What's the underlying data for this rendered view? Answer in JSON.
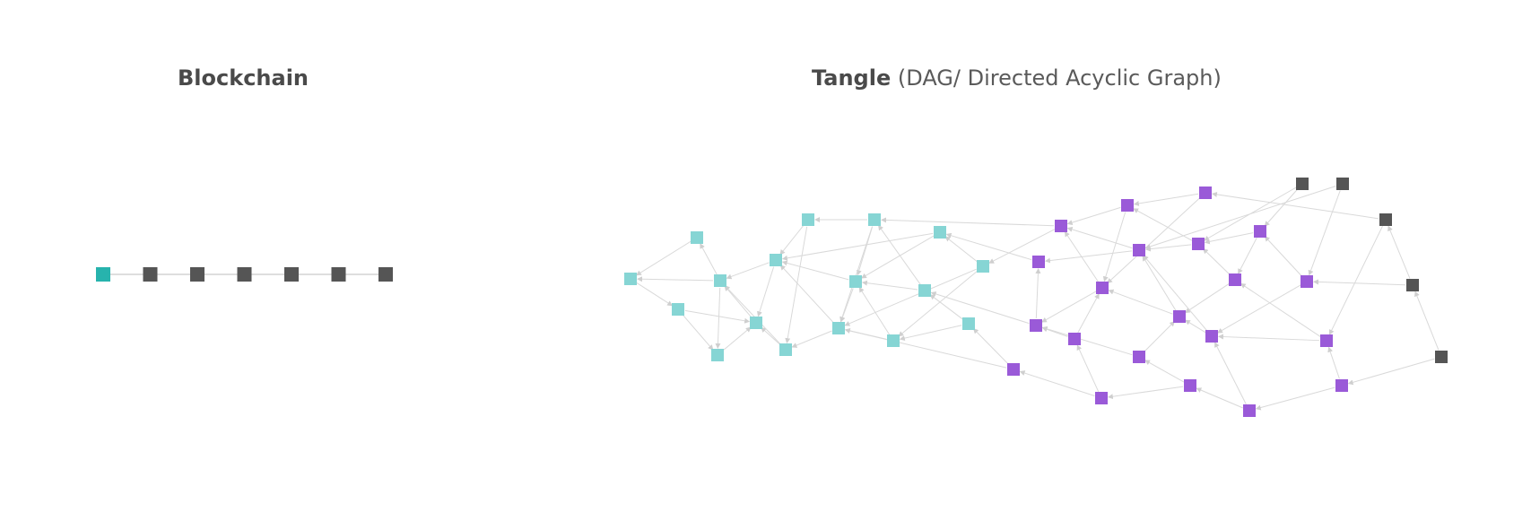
{
  "blockchain": {
    "title": "Blockchain",
    "first_block_color": "#27b3ad",
    "block_color": "#555555",
    "block_count": 7
  },
  "tangle": {
    "title_bold": "Tangle",
    "title_rest": "(DAG/ Directed Acyclic Graph)",
    "colors": {
      "confirmed": "#86d5d4",
      "pending": "#9a5ad8",
      "tips": "#555555",
      "edge": "#d9d9d9"
    }
  }
}
